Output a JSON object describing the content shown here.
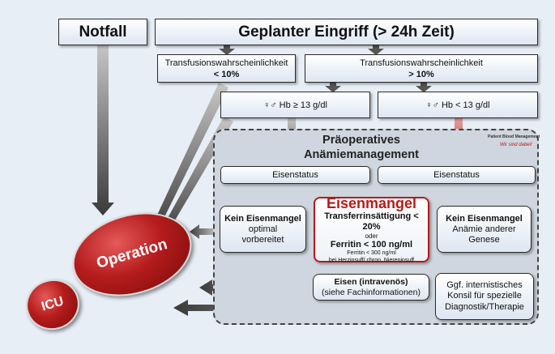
{
  "notfall": "Notfall",
  "geplant": "Geplanter Eingriff (> 24h Zeit)",
  "transfusion_low": {
    "line1": "Transfusionswahrscheinlichkeit",
    "line2": "< 10%"
  },
  "transfusion_high": {
    "line1": "Transfusionswahrscheinlichkeit",
    "line2": "> 10%"
  },
  "hb_high": "♀♂ Hb ≥ 13 g/dl",
  "hb_low": "♀♂ Hb < 13 g/dl",
  "panel_title": {
    "line1": "Präoperatives",
    "line2": "Anämiemanagement"
  },
  "logo": {
    "text": "Patient Blood Management",
    "sub": "Wir sind dabei!"
  },
  "eisenstatus_left": "Eisenstatus",
  "eisenstatus_right": "Eisenstatus",
  "kein_left": {
    "title": "Kein Eisenmangel",
    "line1": "optimal",
    "line2": "vorbereitet"
  },
  "eisenmangel": {
    "title": "Eisenmangel",
    "line1": "Transferrinsättigung < 20%",
    "oder": "oder",
    "line2": "Ferritin < 100 ng/ml",
    "small1": "Ferritin < 300 ng/ml",
    "small2": "bei Herzinsuff/ chron. Niereninsuff"
  },
  "kein_right": {
    "title": "Kein Eisenmangel",
    "line1": "Anämie anderer",
    "line2": "Genese"
  },
  "eisen_iv": {
    "title": "Eisen (intravenös)",
    "sub": "(siehe Fachinformationen)"
  },
  "konsil": {
    "line1": "Ggf. internistisches",
    "line2": "Konsil für spezielle",
    "line3": "Diagnostik/Therapie"
  },
  "operation": "Operation",
  "icu": "ICU",
  "colors": {
    "gray_arrow": "#6e6e6e",
    "red_arrow": "#c0262a",
    "box_fill": "#eef3f9",
    "panel": "#cfd6df"
  }
}
